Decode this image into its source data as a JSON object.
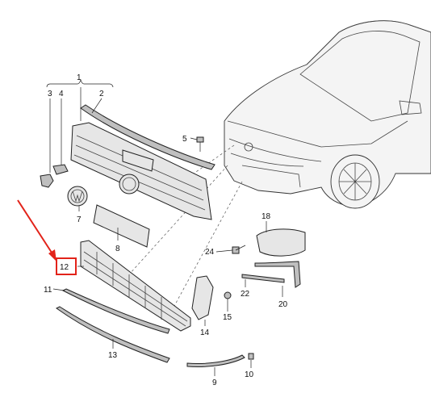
{
  "callouts": {
    "c1": "1",
    "c2": "2",
    "c3": "3",
    "c4": "4",
    "c5": "5",
    "c7": "7",
    "c8": "8",
    "c9": "9",
    "c10": "10",
    "c11": "11",
    "c12": "12",
    "c13": "13",
    "c14": "14",
    "c15": "15",
    "c18": "18",
    "c20": "20",
    "c22": "22",
    "c24": "24"
  },
  "colors": {
    "highlight": "#e2231a",
    "line": "#222222",
    "part": "#e6e6e6"
  }
}
